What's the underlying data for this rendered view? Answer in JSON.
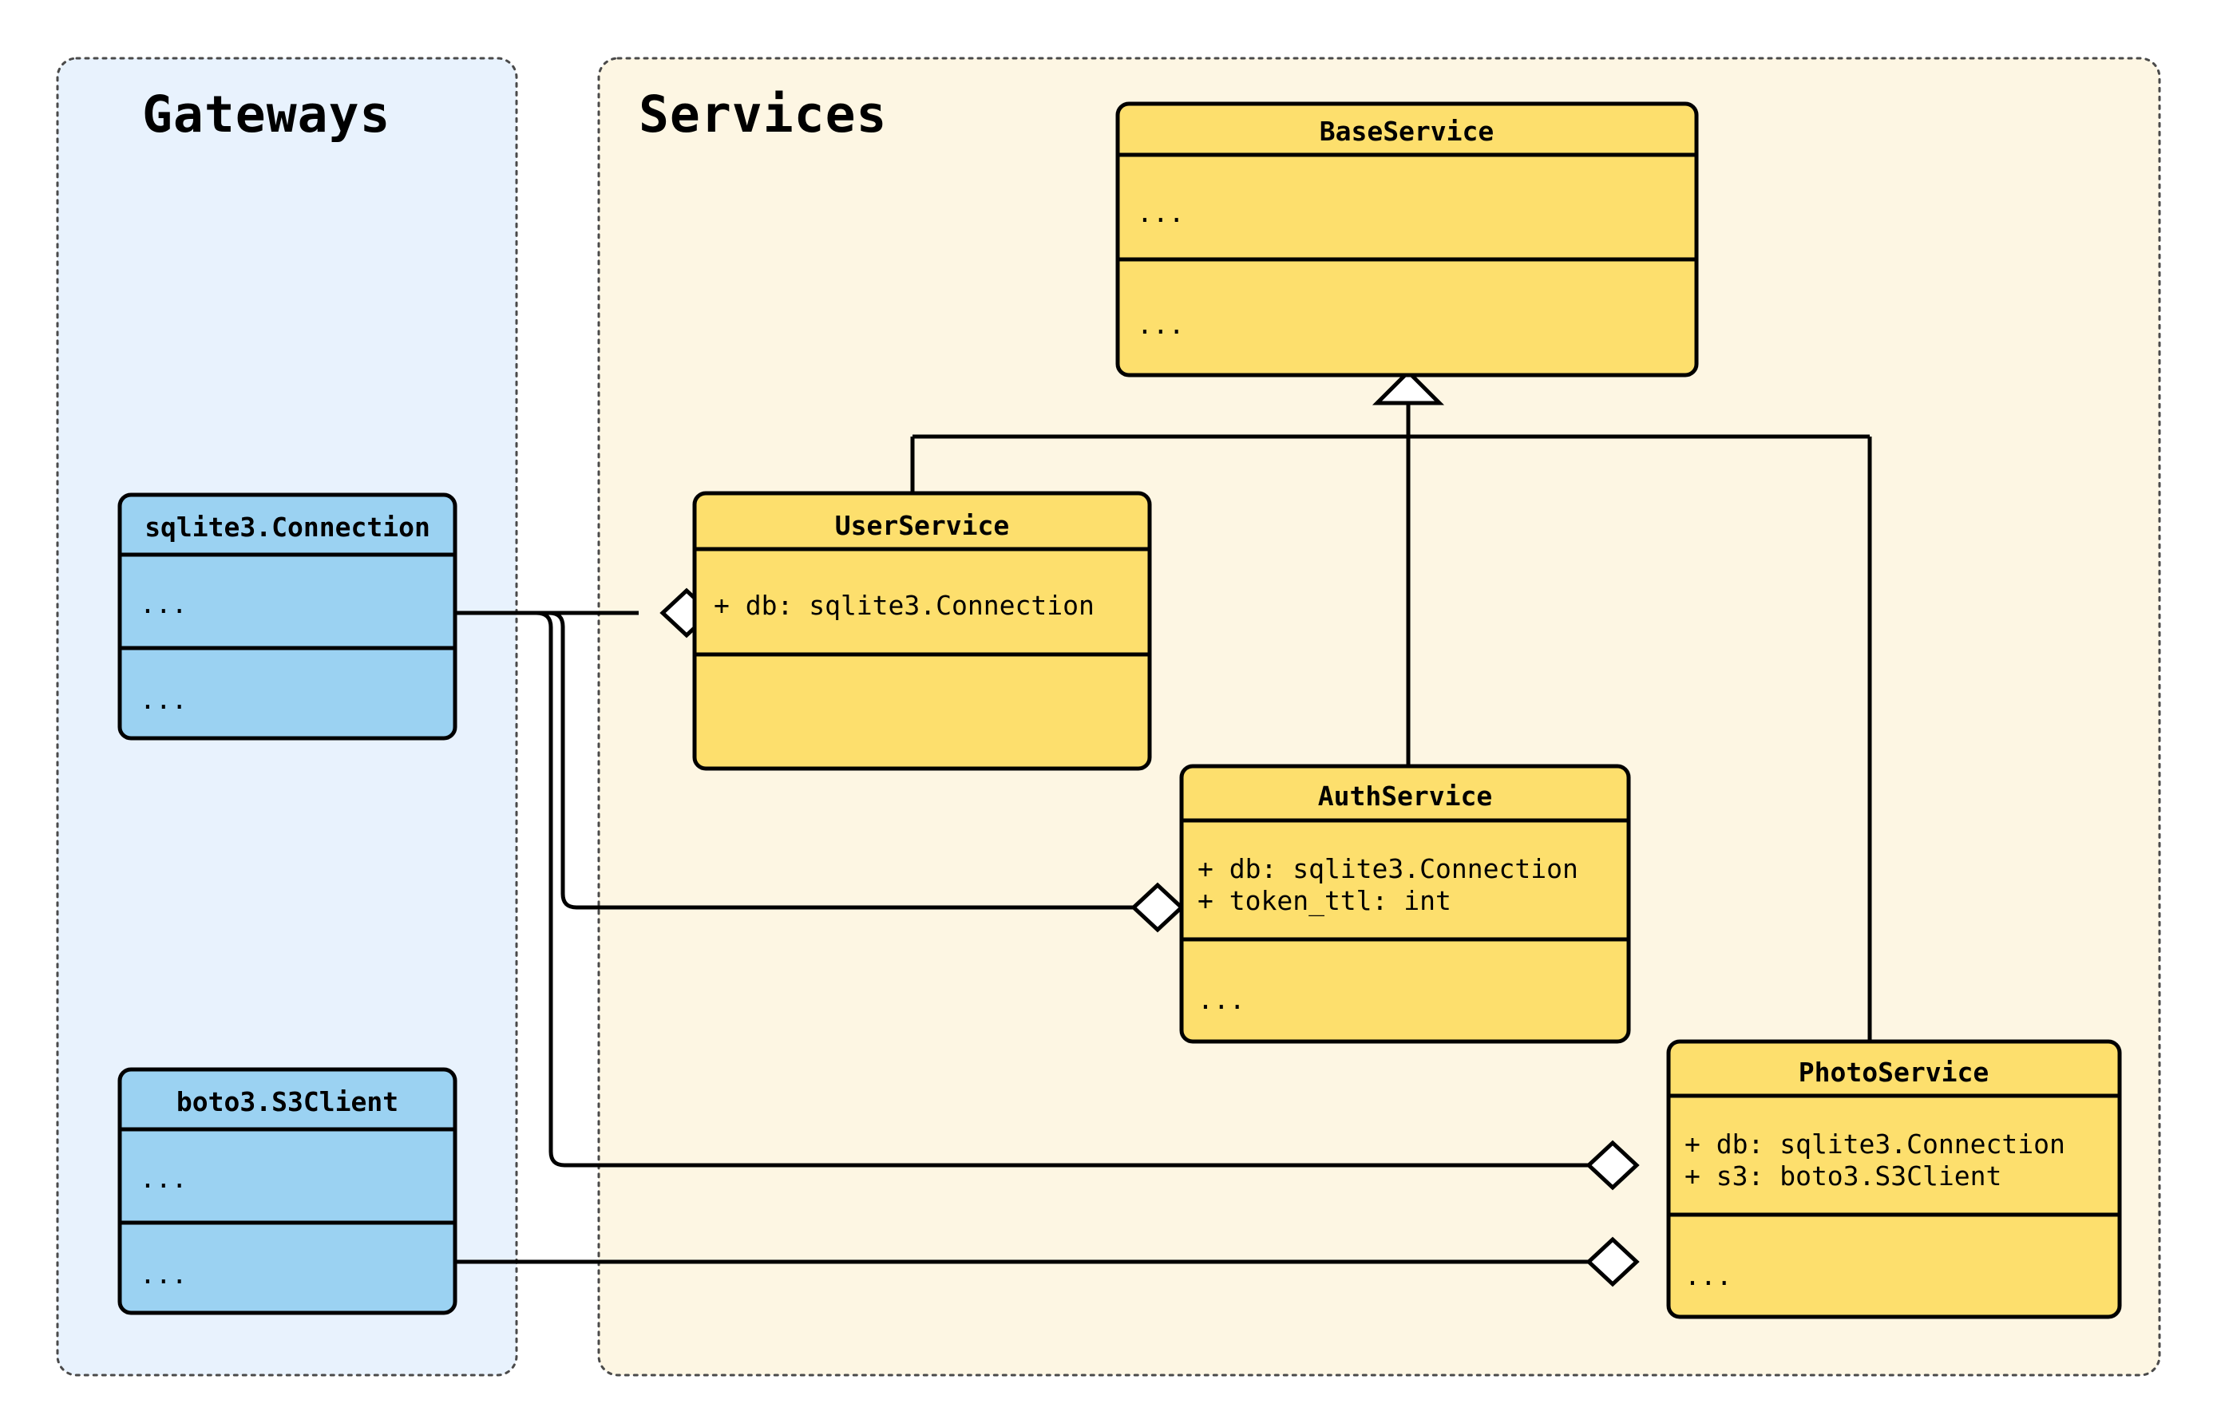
{
  "diagram": {
    "kind": "uml-class-diagram",
    "colors": {
      "gateway_package_bg": "#E8F2FD",
      "services_package_bg": "#FDF6E3",
      "gateway_class_fill": "#9BD2F2",
      "service_class_fill": "#FDDF6D",
      "stroke": "#000000",
      "marker_fill": "#FFFFFF"
    }
  },
  "packages": [
    {
      "id": "gateways",
      "title": "Gateways"
    },
    {
      "id": "services",
      "title": "Services"
    }
  ],
  "classes": [
    {
      "id": "sqlite3-connection",
      "name": "sqlite3.Connection",
      "package": "gateways",
      "attributes": [
        "..."
      ],
      "methods": [
        "..."
      ]
    },
    {
      "id": "boto3-s3client",
      "name": "boto3.S3Client",
      "package": "gateways",
      "attributes": [
        "..."
      ],
      "methods": [
        "..."
      ]
    },
    {
      "id": "baseservice",
      "name": "BaseService",
      "package": "services",
      "attributes": [
        "..."
      ],
      "methods": [
        "..."
      ]
    },
    {
      "id": "userservice",
      "name": "UserService",
      "package": "services",
      "attributes": [
        "+ db: sqlite3.Connection"
      ],
      "methods": []
    },
    {
      "id": "authservice",
      "name": "AuthService",
      "package": "services",
      "attributes": [
        "+ db: sqlite3.Connection",
        "+ token_ttl: int"
      ],
      "methods": [
        "..."
      ]
    },
    {
      "id": "photoservice",
      "name": "PhotoService",
      "package": "services",
      "attributes": [
        "+ db: sqlite3.Connection",
        "+ s3: boto3.S3Client"
      ],
      "methods": [
        "..."
      ]
    }
  ],
  "relationships": [
    {
      "id": "inherit-user",
      "type": "generalization",
      "from": "userservice",
      "to": "baseservice",
      "marker": "hollow-triangle"
    },
    {
      "id": "inherit-auth",
      "type": "generalization",
      "from": "authservice",
      "to": "baseservice",
      "marker": "hollow-triangle"
    },
    {
      "id": "inherit-photo",
      "type": "generalization",
      "from": "photoservice",
      "to": "baseservice",
      "marker": "hollow-triangle"
    },
    {
      "id": "agg-user-db",
      "type": "aggregation",
      "from": "userservice",
      "to": "sqlite3-connection",
      "marker": "hollow-diamond"
    },
    {
      "id": "agg-auth-db",
      "type": "aggregation",
      "from": "authservice",
      "to": "sqlite3-connection",
      "marker": "hollow-diamond"
    },
    {
      "id": "agg-photo-db",
      "type": "aggregation",
      "from": "photoservice",
      "to": "sqlite3-connection",
      "marker": "hollow-diamond"
    },
    {
      "id": "agg-photo-s3",
      "type": "aggregation",
      "from": "photoservice",
      "to": "boto3-s3client",
      "marker": "hollow-diamond"
    }
  ]
}
